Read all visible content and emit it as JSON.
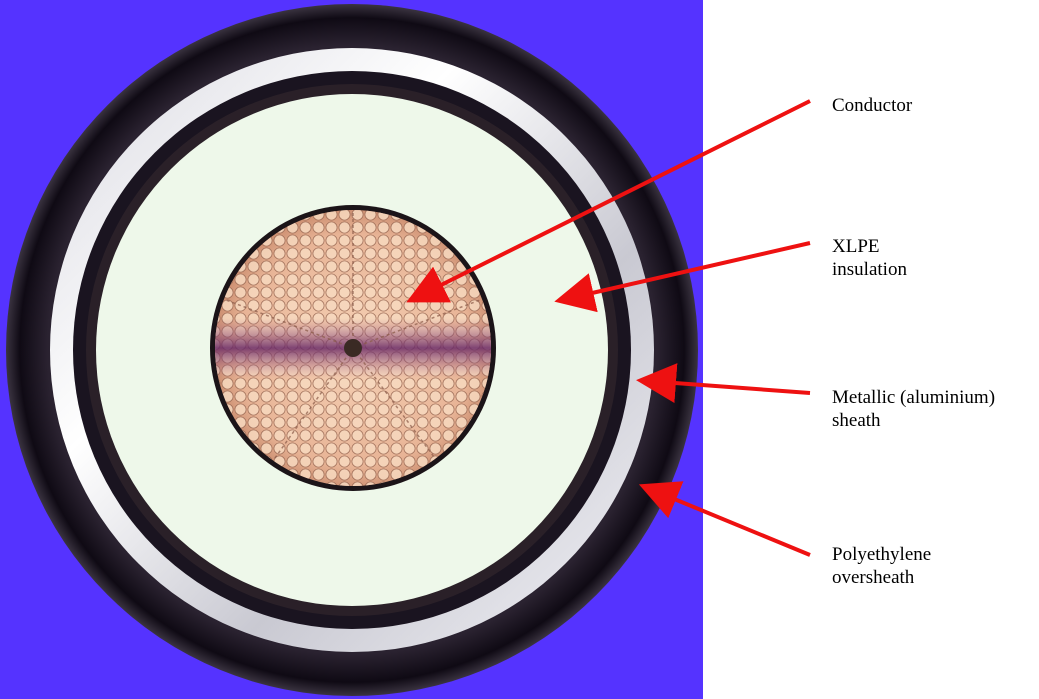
{
  "labels": {
    "conductor": [
      "Conductor"
    ],
    "xlpe": [
      "XLPE",
      "insulation"
    ],
    "sheath": [
      "Metallic (aluminium)",
      "sheath"
    ],
    "oversheath": [
      "Polyethylene",
      "oversheath"
    ]
  },
  "colors": {
    "background_panel": "#5533ff",
    "outer_jacket": "#1c1420",
    "aluminium_sheath": "#f2f2f7",
    "insulation": "#eef8ea",
    "conductor_copper": "#e9b89c",
    "arrow": "#ee1111"
  }
}
